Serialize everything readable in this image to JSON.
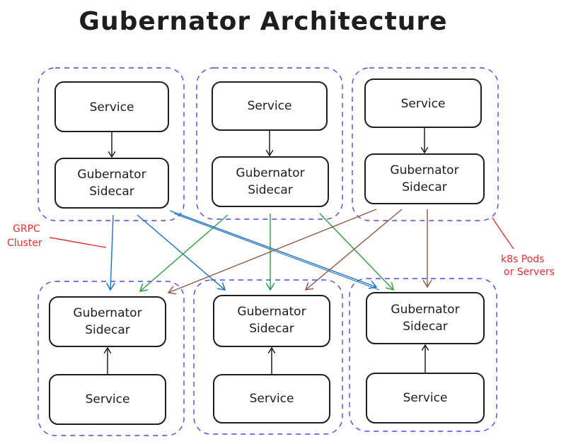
{
  "title": "Gubernator Architecture",
  "labels": {
    "service": "Service",
    "sidecar_line1": "Gubernator",
    "sidecar_line2": "Sidecar"
  },
  "annotations": {
    "grpc_line1": "GRPC",
    "grpc_line2": "Cluster",
    "k8s_line1": "k8s Pods",
    "k8s_line2": "or Servers"
  },
  "colors": {
    "pod_border": "#4f46e5",
    "blue_arrow": "#1971c2",
    "green_arrow": "#2f9e44",
    "brown_arrow": "#8c5a4a",
    "annotation": "#e03131"
  }
}
